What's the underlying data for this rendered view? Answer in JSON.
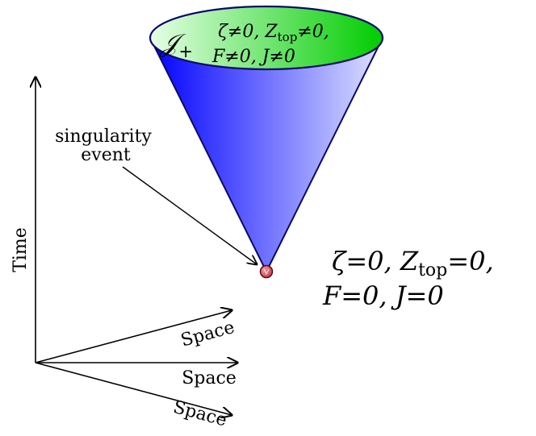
{
  "axes": {
    "time_label": "Time",
    "space_labels": [
      "Space",
      "Space",
      "Space"
    ]
  },
  "annotation": {
    "line1": "singularity",
    "line2": "event"
  },
  "cone_top": {
    "script_symbol": "𝒥",
    "script_subscript": "+",
    "row1": "ζ≠0,  Z",
    "row1_sub": "top",
    "row1_tail": "≠0,",
    "row2": "F≠0,  J≠0"
  },
  "singularity_conditions": {
    "row1_a": "ζ=0, Z",
    "row1_sub": "top",
    "row1_b": "=0,",
    "row2": "F=0, J=0"
  },
  "colors": {
    "cone_dark": "#0000ff",
    "cone_light": "#dfe3ff",
    "cap_dark": "#00cc00",
    "cap_light": "#e6ffe6",
    "cap_outline": "#0a0a66",
    "point_fill": "#c8404a"
  }
}
